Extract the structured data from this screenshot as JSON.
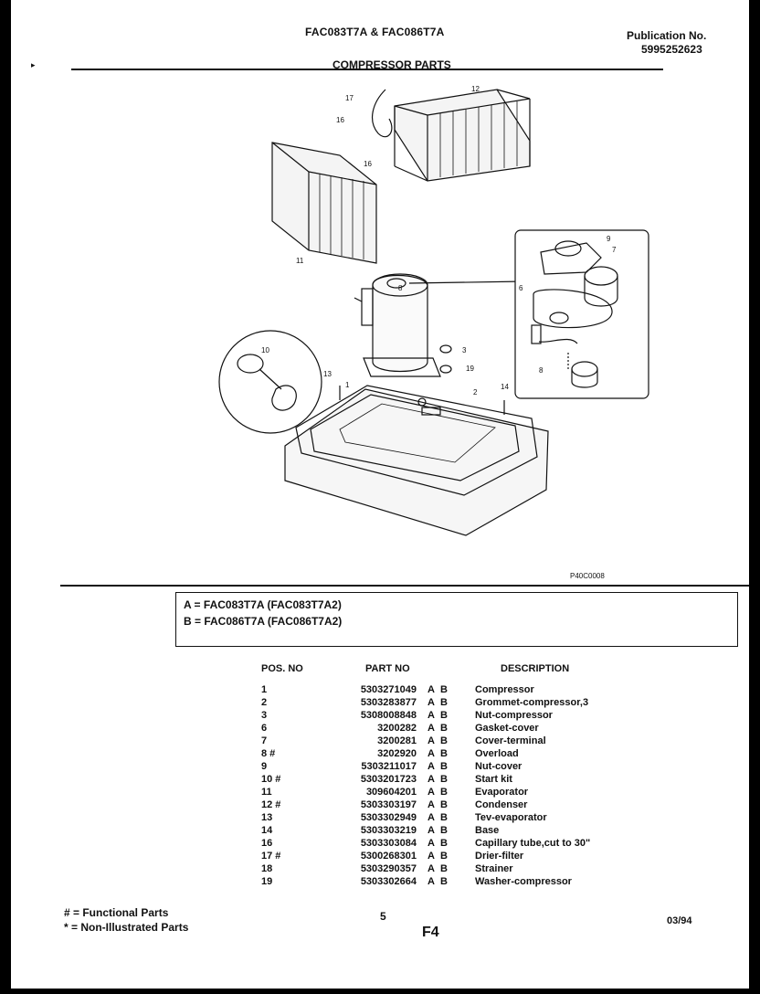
{
  "header": {
    "models_title": "FAC083T7A & FAC086T7A",
    "publication_label": "Publication No.",
    "publication_number": "5995252623",
    "section_title": "COMPRESSOR PARTS"
  },
  "diagram": {
    "figure_code": "P40C0008",
    "callouts": [
      "17",
      "16",
      "12",
      "16",
      "11",
      "1",
      "2",
      "3",
      "19",
      "13",
      "14",
      "10",
      "9",
      "7",
      "8",
      "6",
      "8"
    ]
  },
  "models": [
    {
      "code": "A",
      "text": "A = FAC083T7A (FAC083T7A2)"
    },
    {
      "code": "B",
      "text": "B = FAC086T7A (FAC086T7A2)"
    }
  ],
  "table": {
    "headers": {
      "pos": "POS. NO",
      "part": "PART NO",
      "desc": "DESCRIPTION"
    },
    "rows": [
      {
        "pos": "1",
        "part": "5303271049",
        "a": "A",
        "b": "B",
        "desc": "Compressor"
      },
      {
        "pos": "2",
        "part": "5303283877",
        "a": "A",
        "b": "B",
        "desc": "Grommet-compressor,3"
      },
      {
        "pos": "3",
        "part": "5308008848",
        "a": "A",
        "b": "B",
        "desc": "Nut-compressor"
      },
      {
        "pos": "6",
        "part": "3200282",
        "a": "A",
        "b": "B",
        "desc": "Gasket-cover"
      },
      {
        "pos": "7",
        "part": "3200281",
        "a": "A",
        "b": "B",
        "desc": "Cover-terminal"
      },
      {
        "pos": "8 #",
        "part": "3202920",
        "a": "A",
        "b": "B",
        "desc": "Overload"
      },
      {
        "pos": "9",
        "part": "5303211017",
        "a": "A",
        "b": "B",
        "desc": "Nut-cover"
      },
      {
        "pos": "10 #",
        "part": "5303201723",
        "a": "A",
        "b": "B",
        "desc": "Start kit"
      },
      {
        "pos": "11",
        "part": "309604201",
        "a": "A",
        "b": "B",
        "desc": "Evaporator"
      },
      {
        "pos": "12 #",
        "part": "5303303197",
        "a": "A",
        "b": "B",
        "desc": "Condenser"
      },
      {
        "pos": "13",
        "part": "5303302949",
        "a": "A",
        "b": "B",
        "desc": "Tev-evaporator"
      },
      {
        "pos": "14",
        "part": "5303303219",
        "a": "A",
        "b": "B",
        "desc": "Base"
      },
      {
        "pos": "16",
        "part": "5303303084",
        "a": "A",
        "b": "B",
        "desc": "Capillary tube,cut to 30\""
      },
      {
        "pos": "17 #",
        "part": "5300268301",
        "a": "A",
        "b": "B",
        "desc": "Drier-filter"
      },
      {
        "pos": "18",
        "part": "5303290357",
        "a": "A",
        "b": "B",
        "desc": "Strainer"
      },
      {
        "pos": "19",
        "part": "5303302664",
        "a": "A",
        "b": "B",
        "desc": "Washer-compressor"
      }
    ]
  },
  "legend": {
    "functional": "# = Functional Parts",
    "non_illustrated": "* = Non-Illustrated Parts"
  },
  "footer": {
    "page": "5",
    "code": "F4",
    "date": "03/94"
  }
}
